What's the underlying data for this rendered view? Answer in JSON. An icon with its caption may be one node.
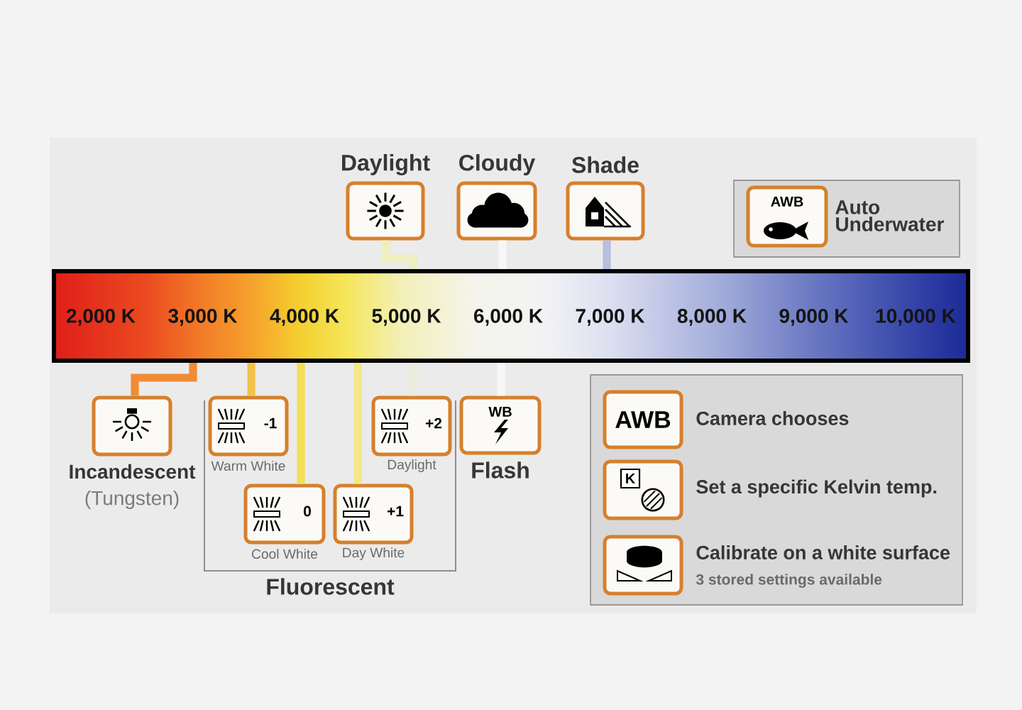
{
  "diagram": {
    "nodes": [
      {
        "text": [
          "Daylight"
        ]
      },
      {
        "text": [
          "Cloudy"
        ]
      },
      {
        "text": [
          "Shade"
        ]
      },
      {
        "text": [
          "Auto Underwater"
        ]
      },
      {
        "text": [
          "AWB"
        ],
        "in": 3
      },
      {
        "text": [
          "2,000 K",
          "3,000 K",
          "4,000 K",
          "5,000 K",
          "6,000 K",
          "7,000 K",
          "8,000 K",
          "9,000 K",
          "10,000 K"
        ]
      },
      {
        "text": [
          "Incandescent",
          "(Tungsten)"
        ]
      },
      {
        "text": [
          "Fluorescent"
        ]
      },
      {
        "text": [
          "-1",
          "Warm White"
        ],
        "in": 7
      },
      {
        "text": [
          "0",
          "Cool White"
        ],
        "in": 7
      },
      {
        "text": [
          "+1",
          "Day White"
        ],
        "in": 7
      },
      {
        "text": [
          "+2",
          "Daylight"
        ],
        "in": 7
      },
      {
        "text": [
          "WB",
          "Flash"
        ]
      },
      {
        "text": [],
        "shape": "box"
      },
      {
        "text": [
          "AWB"
        ],
        "in": 13,
        "beside": [
          "Camera chooses"
        ]
      },
      {
        "text": [
          "K"
        ],
        "in": 13,
        "beside": [
          "Set a specific Kelvin temp."
        ]
      },
      {
        "text": [],
        "shape": "picture",
        "in": 13,
        "beside": [
          "Calibrate on a white surface",
          "3 stored settings available"
        ]
      }
    ],
    "edges": [
      {
        "from": 0,
        "to": 5,
        "arrow": "none",
        "color": "#eeeebf"
      },
      {
        "from": 1,
        "to": 5,
        "arrow": "none",
        "color": "#f7f7f7"
      },
      {
        "from": 2,
        "to": 5,
        "arrow": "none",
        "color": "#b9bddf"
      },
      {
        "from": 6,
        "to": 5,
        "arrow": "none",
        "color": "#f08c35"
      },
      {
        "from": 8,
        "to": 5,
        "arrow": "none",
        "color": "#f4c24a"
      },
      {
        "from": 9,
        "to": 5,
        "arrow": "none",
        "color": "#f3df55"
      },
      {
        "from": 10,
        "to": 5,
        "arrow": "none",
        "color": "#f2e889"
      },
      {
        "from": 11,
        "to": 5,
        "arrow": "none",
        "color": "#ebebdc"
      },
      {
        "from": 12,
        "to": 5,
        "arrow": "none",
        "color": "#f7f7f7"
      }
    ]
  }
}
